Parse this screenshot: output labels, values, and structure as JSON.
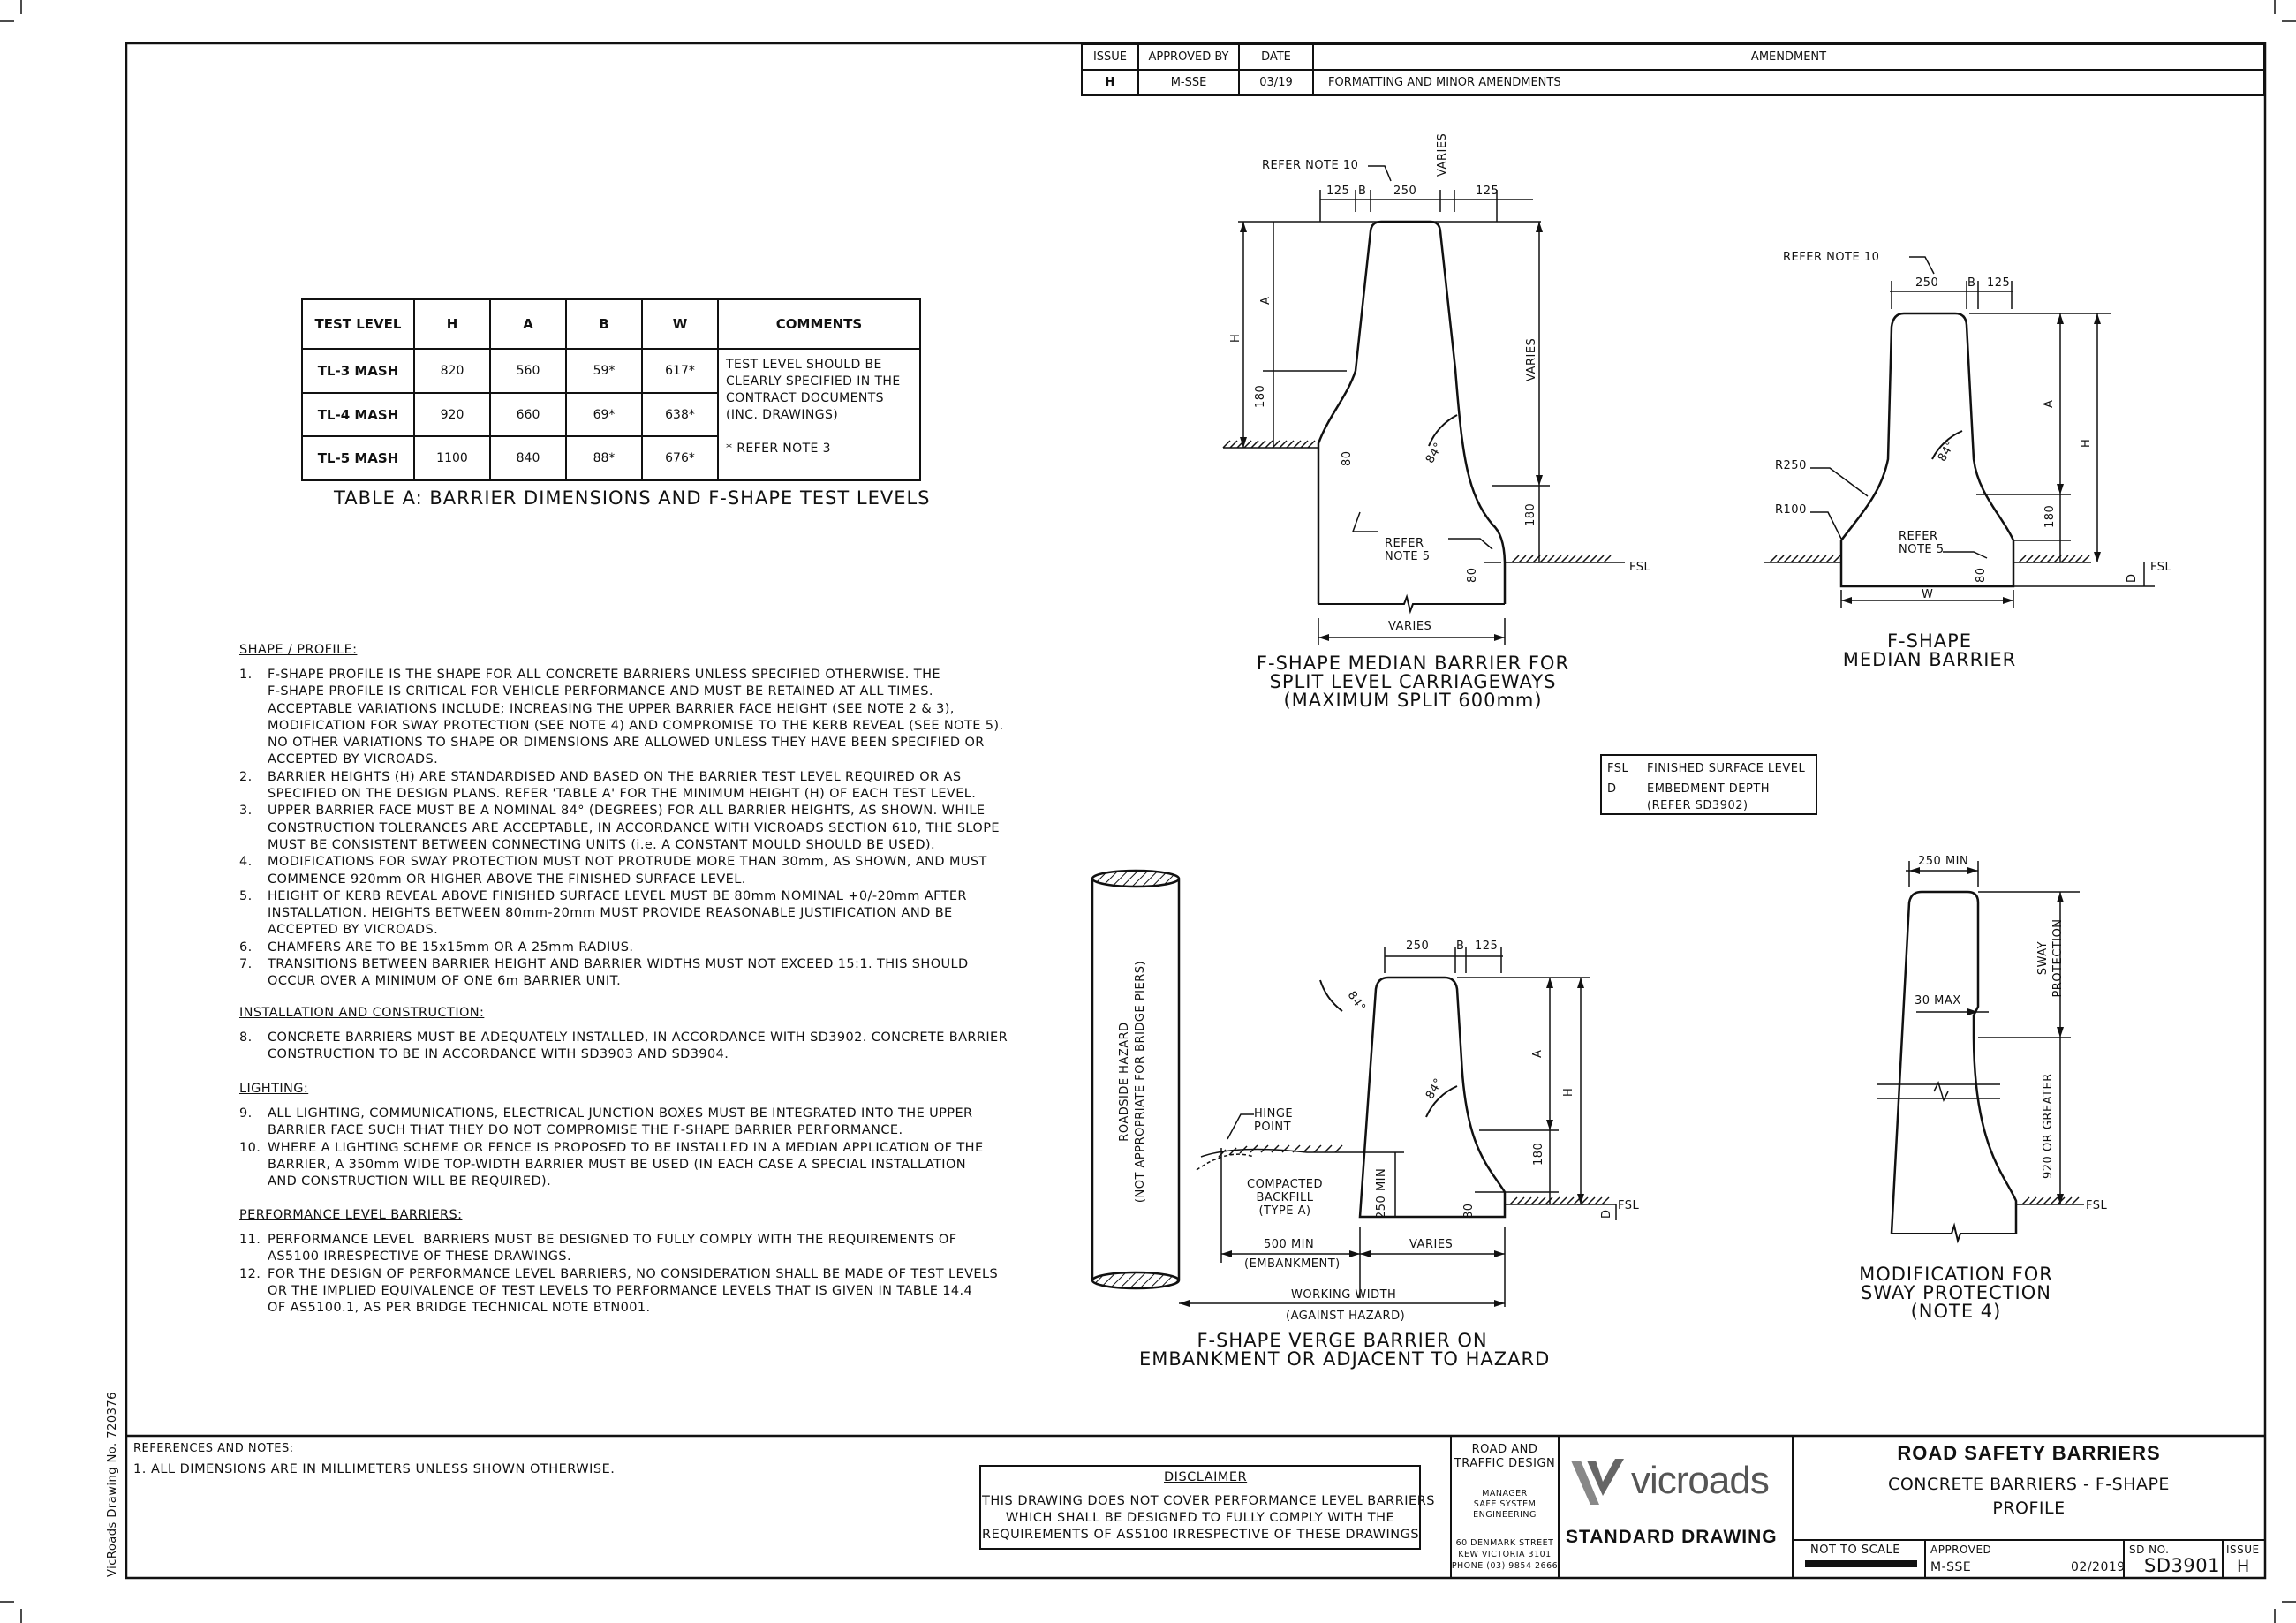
{
  "issue_table": {
    "headers": [
      "ISSUE",
      "APPROVED BY",
      "DATE",
      "AMENDMENT"
    ],
    "rows": [
      [
        "H",
        "M-SSE",
        "03/19",
        "FORMATTING AND MINOR AMENDMENTS"
      ]
    ]
  },
  "table_a": {
    "headers": [
      "TEST LEVEL",
      "H",
      "A",
      "B",
      "W",
      "COMMENTS"
    ],
    "rows": [
      [
        "TL-3 MASH",
        "820",
        "560",
        "59*",
        "617*"
      ],
      [
        "TL-4 MASH",
        "920",
        "660",
        "69*",
        "638*"
      ],
      [
        "TL-5 MASH",
        "1100",
        "840",
        "88*",
        "676*"
      ]
    ],
    "comments": [
      "TEST LEVEL SHOULD BE",
      "CLEARLY SPECIFIED IN THE",
      "CONTRACT DOCUMENTS",
      "(INC. DRAWINGS)",
      "",
      "* REFER NOTE 3"
    ],
    "caption": "TABLE A: BARRIER DIMENSIONS AND F-SHAPE TEST LEVELS"
  },
  "notes": {
    "shape_heading": "SHAPE / PROFILE:",
    "shape": [
      [
        "1.",
        "F-SHAPE PROFILE IS THE SHAPE FOR ALL CONCRETE BARRIERS UNLESS SPECIFIED OTHERWISE. THE"
      ],
      [
        "",
        "F-SHAPE PROFILE IS CRITICAL FOR VEHICLE PERFORMANCE AND MUST BE RETAINED AT ALL TIMES."
      ],
      [
        "",
        "ACCEPTABLE VARIATIONS INCLUDE; INCREASING THE UPPER BARRIER FACE HEIGHT (SEE NOTE 2 & 3),"
      ],
      [
        "",
        "MODIFICATION FOR SWAY PROTECTION (SEE NOTE 4) AND COMPROMISE TO THE KERB REVEAL (SEE NOTE 5)."
      ],
      [
        "",
        "NO OTHER VARIATIONS TO SHAPE OR DIMENSIONS ARE ALLOWED UNLESS THEY HAVE BEEN SPECIFIED OR"
      ],
      [
        "",
        "ACCEPTED BY VICROADS."
      ],
      [
        "2.",
        "BARRIER HEIGHTS (H) ARE STANDARDISED AND BASED ON THE BARRIER TEST LEVEL REQUIRED OR AS"
      ],
      [
        "",
        "SPECIFIED ON THE DESIGN PLANS. REFER 'TABLE A' FOR THE MINIMUM HEIGHT (H) OF EACH TEST LEVEL."
      ],
      [
        "3.",
        "UPPER BARRIER FACE MUST BE A NOMINAL 84° (DEGREES) FOR ALL BARRIER HEIGHTS, AS SHOWN. WHILE"
      ],
      [
        "",
        "CONSTRUCTION TOLERANCES ARE ACCEPTABLE, IN ACCORDANCE WITH VICROADS SECTION 610, THE SLOPE"
      ],
      [
        "",
        "MUST BE CONSISTENT BETWEEN CONNECTING UNITS (i.e. A CONSTANT MOULD SHOULD BE USED)."
      ],
      [
        "4.",
        "MODIFICATIONS FOR SWAY PROTECTION MUST NOT PROTRUDE MORE THAN 30mm, AS SHOWN, AND MUST"
      ],
      [
        "",
        "COMMENCE 920mm OR HIGHER ABOVE THE FINISHED SURFACE LEVEL."
      ],
      [
        "5.",
        "HEIGHT OF KERB REVEAL ABOVE FINISHED SURFACE LEVEL MUST BE 80mm NOMINAL +0/-20mm AFTER"
      ],
      [
        "",
        "INSTALLATION. HEIGHTS BETWEEN 80mm-20mm MUST PROVIDE REASONABLE JUSTIFICATION AND BE"
      ],
      [
        "",
        "ACCEPTED BY VICROADS."
      ],
      [
        "6.",
        "CHAMFERS ARE TO BE 15x15mm OR A 25mm RADIUS."
      ],
      [
        "7.",
        "TRANSITIONS BETWEEN BARRIER HEIGHT AND BARRIER WIDTHS MUST NOT EXCEED 15:1. THIS SHOULD"
      ],
      [
        "",
        "OCCUR OVER A MINIMUM OF ONE 6m BARRIER UNIT."
      ]
    ],
    "install_heading": "INSTALLATION AND CONSTRUCTION:",
    "install": [
      [
        "8.",
        "CONCRETE BARRIERS MUST BE ADEQUATELY INSTALLED, IN ACCORDANCE WITH SD3902. CONCRETE BARRIER"
      ],
      [
        "",
        "CONSTRUCTION TO BE IN ACCORDANCE WITH SD3903 AND SD3904."
      ]
    ],
    "lighting_heading": "LIGHTING:",
    "lighting": [
      [
        "9.",
        "ALL LIGHTING, COMMUNICATIONS, ELECTRICAL JUNCTION BOXES MUST BE INTEGRATED INTO THE UPPER"
      ],
      [
        "",
        "BARRIER FACE SUCH THAT THEY DO NOT COMPROMISE THE F-SHAPE BARRIER PERFORMANCE."
      ],
      [
        "10.",
        "WHERE A LIGHTING SCHEME OR FENCE IS PROPOSED TO BE INSTALLED IN A MEDIAN APPLICATION OF THE"
      ],
      [
        "",
        "BARRIER, A 350mm WIDE TOP-WIDTH BARRIER MUST BE USED (IN EACH CASE A SPECIAL INSTALLATION"
      ],
      [
        "",
        "AND CONSTRUCTION WILL BE REQUIRED)."
      ]
    ],
    "performance_heading": "PERFORMANCE LEVEL BARRIERS:",
    "performance": [
      [
        "11.",
        "PERFORMANCE LEVEL  BARRIERS MUST BE DESIGNED TO FULLY COMPLY WITH THE REQUIREMENTS OF"
      ],
      [
        "",
        "AS5100 IRRESPECTIVE OF THESE DRAWINGS."
      ],
      [
        "12.",
        "FOR THE DESIGN OF PERFORMANCE LEVEL BARRIERS, NO CONSIDERATION SHALL BE MADE OF TEST LEVELS"
      ],
      [
        "",
        "OR THE IMPLIED EQUIVALENCE OF TEST LEVELS TO PERFORMANCE LEVELS THAT IS GIVEN IN TABLE 14.4"
      ],
      [
        "",
        "OF AS5100.1, AS PER BRIDGE TECHNICAL NOTE BTN001."
      ]
    ]
  },
  "legend": {
    "items": [
      [
        "FSL",
        "FINISHED SURFACE LEVEL"
      ],
      [
        "D",
        "EMBEDMENT DEPTH"
      ],
      [
        "",
        "(REFER SD3902)"
      ]
    ]
  },
  "diagrams": {
    "median_split": {
      "refer_note": "REFER NOTE 10",
      "d125a": "125",
      "dB": "B",
      "d250": "250",
      "varies_top": "VARIES",
      "d125b": "125",
      "H": "H",
      "A": "A",
      "d180a": "180",
      "d80a": "80",
      "angle": "84°",
      "varies_right": "VARIES",
      "d180b": "180",
      "d80b": "80",
      "refer5": [
        "REFER",
        "NOTE 5"
      ],
      "fsl": "FSL",
      "varies_bottom": "VARIES",
      "title": [
        "F-SHAPE MEDIAN BARRIER FOR",
        "SPLIT LEVEL CARRIAGEWAYS",
        "(MAXIMUM SPLIT 600mm)"
      ]
    },
    "median": {
      "refer_note": "REFER NOTE 10",
      "d250": "250",
      "dB": "B",
      "d125": "125",
      "angle": "84°",
      "A": "A",
      "H": "H",
      "r250": "R250",
      "r100": "R100",
      "refer5": [
        "REFER",
        "NOTE 5"
      ],
      "d180": "180",
      "d80": "80",
      "D": "D",
      "fsl": "FSL",
      "W": "W",
      "title": [
        "F-SHAPE",
        "MEDIAN BARRIER"
      ]
    },
    "verge": {
      "hazard": [
        "ROADSIDE HAZARD",
        "(NOT APPROPRIATE FOR BRIDGE PIERS)"
      ],
      "d250": "250",
      "dB": "B",
      "d125": "125",
      "angle": "84°",
      "A": "A",
      "H": "H",
      "hinge": [
        "HINGE",
        "POINT"
      ],
      "backfill": [
        "COMPACTED",
        "BACKFILL",
        "(TYPE A)"
      ],
      "min250": "250 MIN",
      "d180": "180",
      "d80": "80",
      "D": "D",
      "fsl": "FSL",
      "min500": "500 MIN",
      "embankment": "(EMBANKMENT)",
      "varies": "VARIES",
      "working": "WORKING WIDTH",
      "against": "(AGAINST HAZARD)",
      "title": [
        "F-SHAPE VERGE BARRIER ON",
        "EMBANKMENT OR ADJACENT TO HAZARD"
      ]
    },
    "sway": {
      "min250": "250 MIN",
      "sway": [
        "SWAY",
        "PROTECTION"
      ],
      "max30": "30 MAX",
      "greater": "920 OR GREATER",
      "fsl": "FSL",
      "title": [
        "MODIFICATION FOR",
        "SWAY PROTECTION",
        "(NOTE 4)"
      ]
    }
  },
  "side_label": "VicRoads Drawing No. 720376",
  "title_block": {
    "refs_heading": "REFERENCES AND NOTES:",
    "refs_note": "1. ALL DIMENSIONS ARE IN MILLIMETERS UNLESS SHOWN OTHERWISE.",
    "disclaimer_title": "DISCLAIMER",
    "disclaimer": [
      "THIS DRAWING DOES NOT COVER PERFORMANCE LEVEL BARRIERS",
      "WHICH SHALL BE DESIGNED TO FULLY COMPLY WITH THE",
      "REQUIREMENTS OF AS5100 IRRESPECTIVE OF THESE DRAWINGS"
    ],
    "dept": [
      "ROAD AND",
      "TRAFFIC DESIGN"
    ],
    "manager": [
      "MANAGER",
      "SAFE SYSTEM",
      "ENGINEERING"
    ],
    "address": [
      "60 DENMARK STREET",
      "KEW  VICTORIA  3101",
      "PHONE (03) 9854  2666"
    ],
    "logo_text": "vicroads",
    "standard": "STANDARD DRAWING",
    "title1": "ROAD SAFETY BARRIERS",
    "title2": "CONCRETE BARRIERS - F-SHAPE",
    "title3": "PROFILE",
    "scale": "NOT TO SCALE",
    "approved_label": "APPROVED",
    "approved_by": "M-SSE",
    "approved_date": "02/2019",
    "sd_label": "SD NO.",
    "sd_no": "SD3901",
    "issue_label": "ISSUE",
    "issue": "H"
  }
}
